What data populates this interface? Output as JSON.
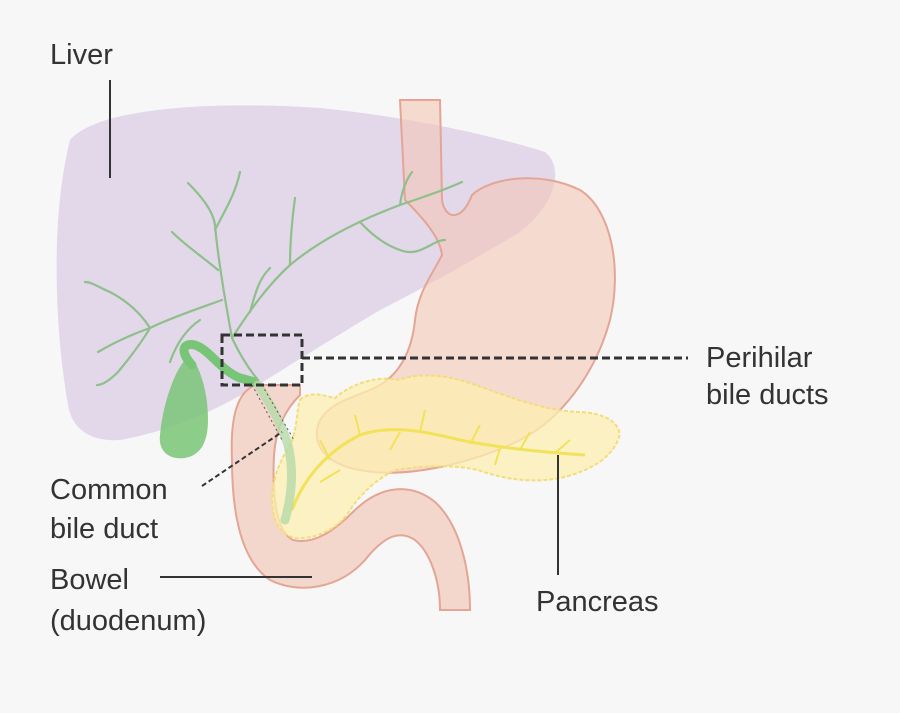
{
  "labels": {
    "liver": "Liver",
    "perihilar_line1": "Perihilar",
    "perihilar_line2": "bile ducts",
    "common_line1": "Common",
    "common_line2": "bile duct",
    "bowel_line1": "Bowel",
    "bowel_line2": "(duodenum)",
    "pancreas": "Pancreas"
  },
  "colors": {
    "background": "#f7f7f7",
    "liver": "#dccfe6",
    "stomach_fill": "#f3c6b6",
    "stomach_stroke": "#e3a594",
    "pancreas_fill": "#fcefb0",
    "pancreas_stroke": "#f3dd78",
    "pancreatic_duct": "#f2e25a",
    "bile_ducts": "#8fbf8a",
    "gallbladder": "#79c577",
    "callout": "#333333"
  }
}
